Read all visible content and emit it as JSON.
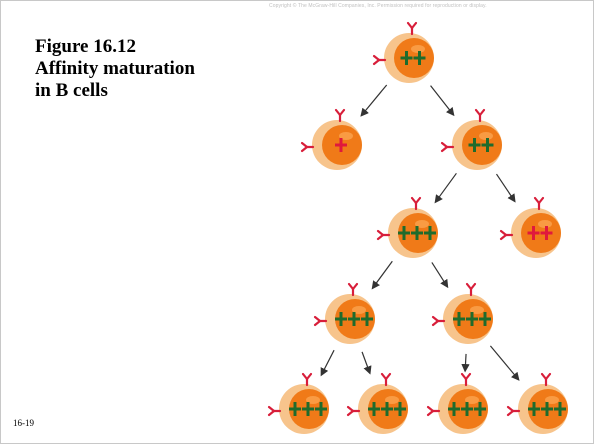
{
  "slide": {
    "copyright": "Copyright © The McGraw-Hill Companies, Inc. Permission required for reproduction or display.",
    "title_line1": "Figure 16.12",
    "title_line2": "Affinity maturation",
    "title_line3": "in B cells",
    "slide_number": "16-19"
  },
  "colors": {
    "cell_outer": "#f7c48c",
    "cell_inner": "#f07a18",
    "antibody": "#d81e3a",
    "plus_green": "#1f6b2c",
    "plus_red": "#e0193c",
    "arrow": "#333333",
    "background": "#ffffff"
  },
  "cells": [
    {
      "id": "gen1",
      "marks": [
        "g",
        "g"
      ]
    },
    {
      "id": "gen2-left",
      "marks": [
        "r"
      ]
    },
    {
      "id": "gen2-right",
      "marks": [
        "g",
        "g"
      ]
    },
    {
      "id": "gen3-left",
      "marks": [
        "g",
        "g",
        "g"
      ]
    },
    {
      "id": "gen3-right",
      "marks": [
        "r",
        "r"
      ]
    },
    {
      "id": "gen4-left",
      "marks": [
        "g",
        "g",
        "g"
      ]
    },
    {
      "id": "gen4-right",
      "marks": [
        "g",
        "g",
        "g"
      ]
    },
    {
      "id": "gen5-1",
      "marks": [
        "g",
        "g",
        "g"
      ]
    },
    {
      "id": "gen5-2",
      "marks": [
        "g",
        "g",
        "g"
      ]
    },
    {
      "id": "gen5-3",
      "marks": [
        "g",
        "g",
        "g"
      ]
    },
    {
      "id": "gen5-4",
      "marks": [
        "g",
        "g",
        "g"
      ]
    }
  ],
  "arrows": [
    {
      "from": "gen1",
      "to": "gen2-left"
    },
    {
      "from": "gen1",
      "to": "gen2-right"
    },
    {
      "from": "gen2-right",
      "to": "gen3-left"
    },
    {
      "from": "gen2-right",
      "to": "gen3-right"
    },
    {
      "from": "gen3-left",
      "to": "gen4-left"
    },
    {
      "from": "gen3-left",
      "to": "gen4-right"
    },
    {
      "from": "gen4-left",
      "to": "gen5-1"
    },
    {
      "from": "gen4-left",
      "to": "gen5-2"
    },
    {
      "from": "gen4-right",
      "to": "gen5-3"
    },
    {
      "from": "gen4-right",
      "to": "gen5-4"
    }
  ]
}
